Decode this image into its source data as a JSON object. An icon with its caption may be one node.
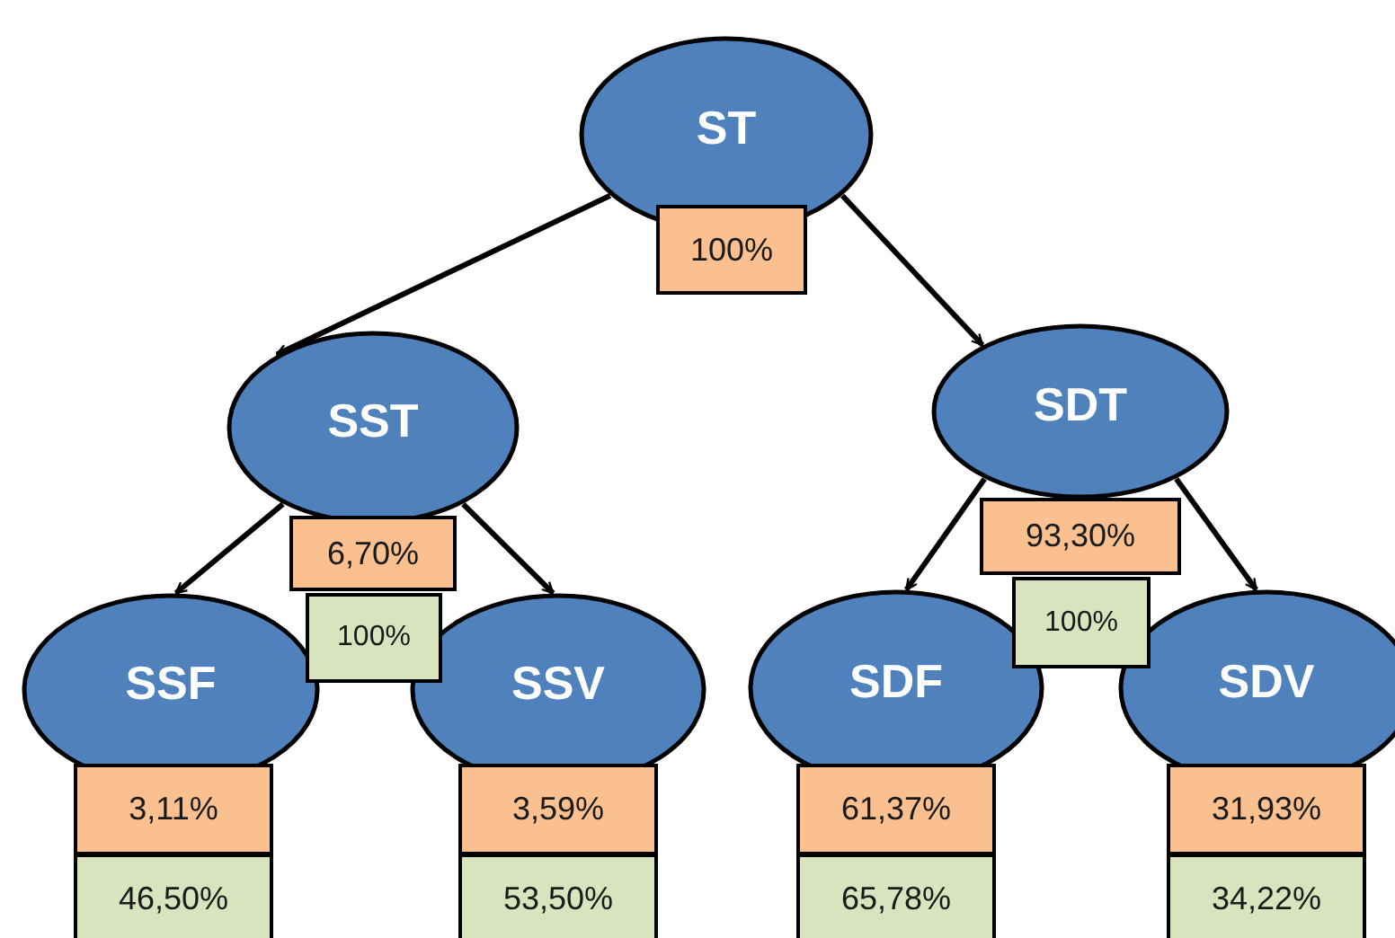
{
  "diagram": {
    "nodes": [
      {
        "text": [
          "ST"
        ]
      },
      {
        "text": [
          "100%"
        ]
      },
      {
        "text": [
          "SST"
        ]
      },
      {
        "text": [
          "6,70%"
        ]
      },
      {
        "text": [
          "100%"
        ]
      },
      {
        "text": [
          "SDT"
        ]
      },
      {
        "text": [
          "93,30%"
        ]
      },
      {
        "text": [
          "100%"
        ]
      },
      {
        "text": [
          "SSF"
        ]
      },
      {
        "text": [
          "3,11%"
        ]
      },
      {
        "text": [
          "46,50%"
        ]
      },
      {
        "text": [
          "SSV"
        ]
      },
      {
        "text": [
          "3,59%"
        ]
      },
      {
        "text": [
          "53,50%"
        ]
      },
      {
        "text": [
          "SDF"
        ]
      },
      {
        "text": [
          "61,37%"
        ]
      },
      {
        "text": [
          "65,78%"
        ]
      },
      {
        "text": [
          "SDV"
        ]
      },
      {
        "text": [
          "31,93%"
        ]
      },
      {
        "text": [
          "34,22%"
        ]
      }
    ],
    "edges": [
      {
        "from": 0,
        "to": 2,
        "arrow": "to"
      },
      {
        "from": 0,
        "to": 5,
        "arrow": "to"
      },
      {
        "from": 2,
        "to": 8,
        "arrow": "to"
      },
      {
        "from": 2,
        "to": 11,
        "arrow": "to"
      },
      {
        "from": 5,
        "to": 14,
        "arrow": "to"
      },
      {
        "from": 5,
        "to": 17,
        "arrow": "to"
      }
    ]
  }
}
